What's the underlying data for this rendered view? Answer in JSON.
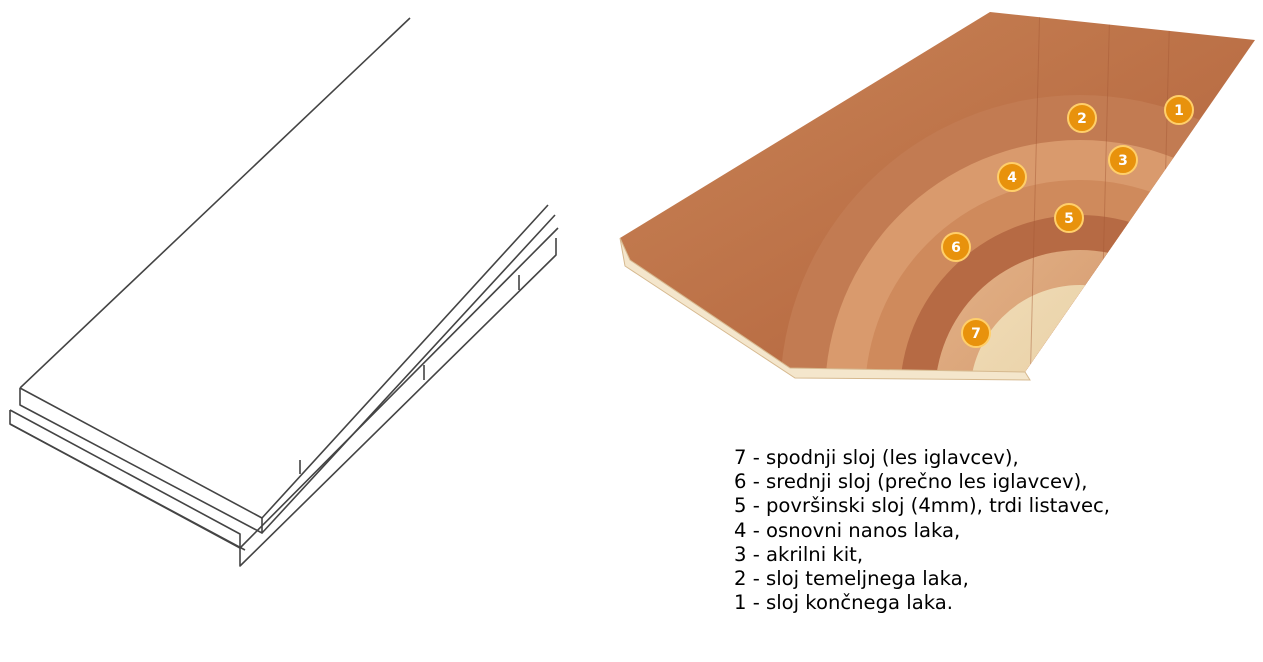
{
  "colors": {
    "badge_fill": "#e8920c",
    "badge_stroke": "#ffcf6a",
    "wood_dark": "#b4673f",
    "wood_mid": "#d79a6f",
    "wood_light": "#ead2a8",
    "line_art": "#444444"
  },
  "layers_illustration": {
    "badges": [
      {
        "number": "1"
      },
      {
        "number": "2"
      },
      {
        "number": "3"
      },
      {
        "number": "4"
      },
      {
        "number": "5"
      },
      {
        "number": "6"
      },
      {
        "number": "7"
      }
    ]
  },
  "legend": {
    "items": [
      "7 - spodnji sloj (les iglavcev),",
      "6 - srednji sloj (prečno les iglavcev),",
      "5 - površinski sloj (4mm), trdi listavec,",
      "4 - osnovni nanos laka,",
      "3 - akrilni kit,",
      "2 - sloj temeljnega laka,",
      "1 - sloj končnega laka."
    ]
  }
}
